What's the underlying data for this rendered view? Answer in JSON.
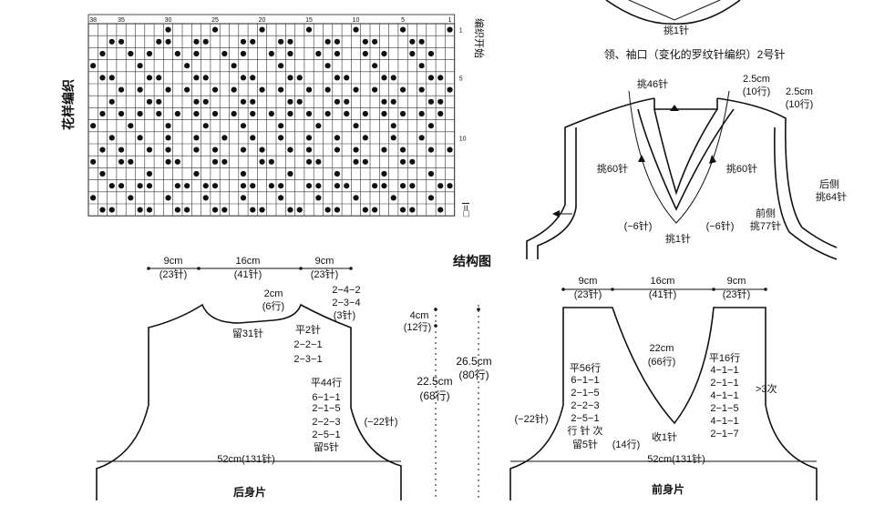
{
  "pattern": {
    "title": "花样编织",
    "start_note": "编织开始",
    "legend_symbol": "□=Ⅰ",
    "col_numbers": [
      "38",
      "35",
      "30",
      "25",
      "20",
      "15",
      "10",
      "5",
      "1"
    ],
    "row_numbers": [
      "1",
      "5",
      "10"
    ],
    "dot_pattern": [
      "........x....x....x....x....x....x....x",
      "..xx...xx..xx...xx..xx...xx..xx...xx...",
      ".x..x.x..x.x..x.x..x.x..x.x..x.x..x.x..",
      "x....x....x....x....x....x....x....x...",
      ".xx...xx...xx...xx...xx...xx...xx...xx.",
      "...x.x..x.x..x.x..x.x..x.x..x.x..x.x..x",
      "..x...xx...xx...xx...xx...xx...xx...xx.",
      ".x.x.x.x.x.x.x.x.x.x.x.x.x.x.x.x.x.x.x.",
      "x...x...x...x...x...x...x...x...x...x..",
      "..x..x..x..x..x..x..x..x..x..x..x..x...",
      ".x.x..x.x..x.x..x.x..x.x..x.x..x.x..x.x",
      "x..xx...xx...xx...xx...xx...xx...xx....",
      ".x....x....x....x....x....x....x....x..",
      "..xx.xx..xx.xx..xx.xx..xx.xx..xx.xx..xx",
      "x...x...x...x...x...x...x...x...x...x..",
      ".xx..xx..xx..xx..xx..xx..xx..xx..xx..x."
    ]
  },
  "neckband": {
    "title": "领、袖口（变化的罗纹针编织）2号针",
    "top_pick": "挑1针",
    "pick46": "挑46针",
    "w25a": "2.5cm",
    "r10a": "(10行)",
    "w25b": "2.5cm",
    "r10b": "(10行)",
    "left60": "挑60针",
    "right60": "挑60针",
    "minus6a": "(−6针)",
    "minus6b": "(−6针)",
    "bottom_pick": "挑1针",
    "back_side": "后侧",
    "pick64": "挑64针",
    "front_side": "前侧",
    "pick77": "挑77针"
  },
  "structure_title": "结构图",
  "back": {
    "name": "后身片",
    "w9a": "9cm",
    "s23a": "(23针)",
    "w16": "16cm",
    "s41": "(41针)",
    "w9b": "9cm",
    "s23b": "(23针)",
    "h2": "2cm",
    "r6": "(6行)",
    "dec1": "2−4−2",
    "dec2": "2−3−4",
    "dec3": "(3针)",
    "keep31": "留31针",
    "sh1": "平2针",
    "sh2": "2−2−1",
    "sh3": "2−3−1",
    "ah1": "平44行",
    "ah2": "6−1−1",
    "ah3": "2−1−5",
    "ah4": "2−2−3",
    "ah5": "2−5−1",
    "ah6": "留5针",
    "minus22": "(−22针)",
    "width": "52cm(131针)"
  },
  "center": {
    "h4": "4cm",
    "r12": "(12行)",
    "h265": "26.5cm",
    "r80": "(80行)",
    "h225": "22.5cm",
    "r68": "(68行)"
  },
  "front": {
    "name": "前身片",
    "w9a": "9cm",
    "s23a": "(23针)",
    "w16": "16cm",
    "s41": "(41针)",
    "w9b": "9cm",
    "s23b": "(23针)",
    "h22": "22cm",
    "r66": "(66行)",
    "l1": "平56行",
    "l2": "6−1−1",
    "l3": "2−1−5",
    "l4": "2−2−3",
    "l5": "2−5−1",
    "l6": "行 针 次",
    "l7": "留5针",
    "r1": "平16行",
    "r2": "4−1−1",
    "r3": "2−1−1",
    "r4": "4−1−1",
    "r3x": ">3次",
    "r5": "2−1−5",
    "r6": "4−1−1",
    "r7": "2−1−7",
    "minus22": "(−22针)",
    "dec1": "收1针",
    "r14": "(14行)",
    "width": "52cm(131针)"
  }
}
